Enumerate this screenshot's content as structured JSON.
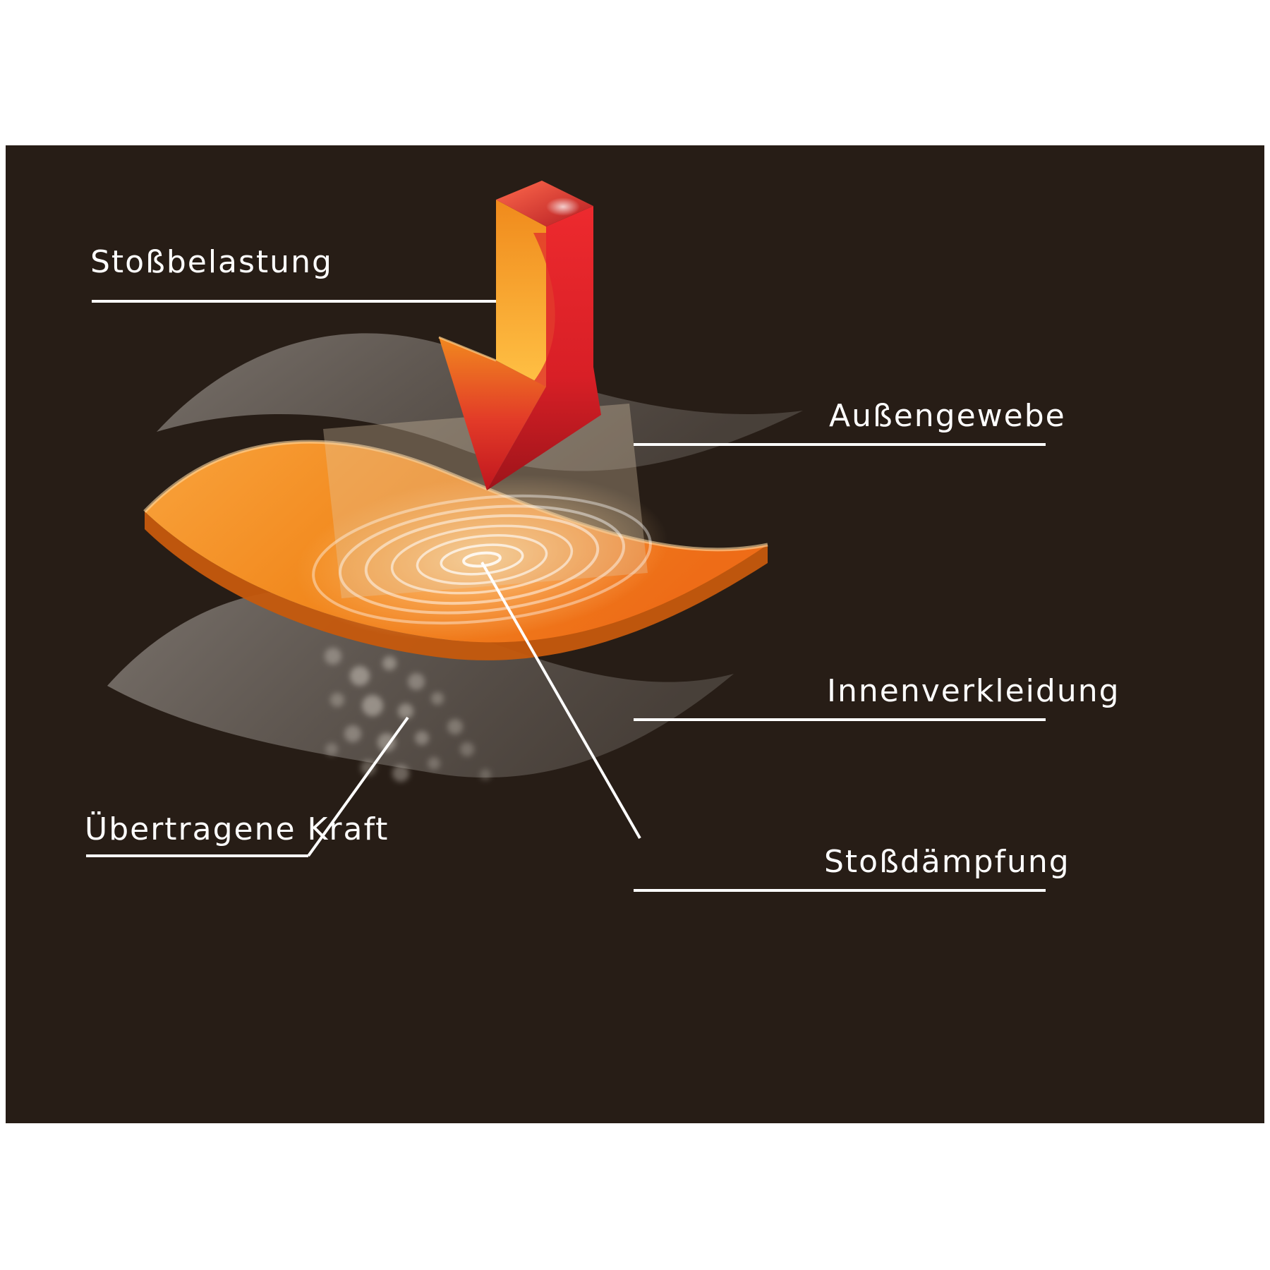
{
  "diagram": {
    "type": "layer-impact-diagram",
    "language": "de",
    "annotations": [
      {
        "id": "impact-load",
        "text": "Stoßbelastung",
        "side": "left",
        "points_to": "impact-arrow"
      },
      {
        "id": "outer-fabric",
        "text": "Außengewebe",
        "side": "right",
        "points_to": "top-gray-layer"
      },
      {
        "id": "inner-lining",
        "text": "Innenverkleidung",
        "side": "right",
        "points_to": "bottom-gray-layer"
      },
      {
        "id": "transferred-force",
        "text": "Übertragene Kraft",
        "side": "left",
        "points_to": "force-dots"
      },
      {
        "id": "shock-absorption",
        "text": "Stoßdämpfung",
        "side": "right",
        "points_to": "orange-layer-ripple-center"
      }
    ],
    "colors": {
      "panel_background": "#271d16",
      "page_background": "#ffffff",
      "label_text": "#ffffff",
      "connector_line": "#ffffff",
      "orange_layer": "#f08019",
      "orange_layer_edge": "#c65a0d",
      "gray_layer": "#9a948e",
      "arrow_red": "#d81f26",
      "arrow_orange": "#f7941d",
      "ripple_ring": "#ffffff"
    }
  }
}
